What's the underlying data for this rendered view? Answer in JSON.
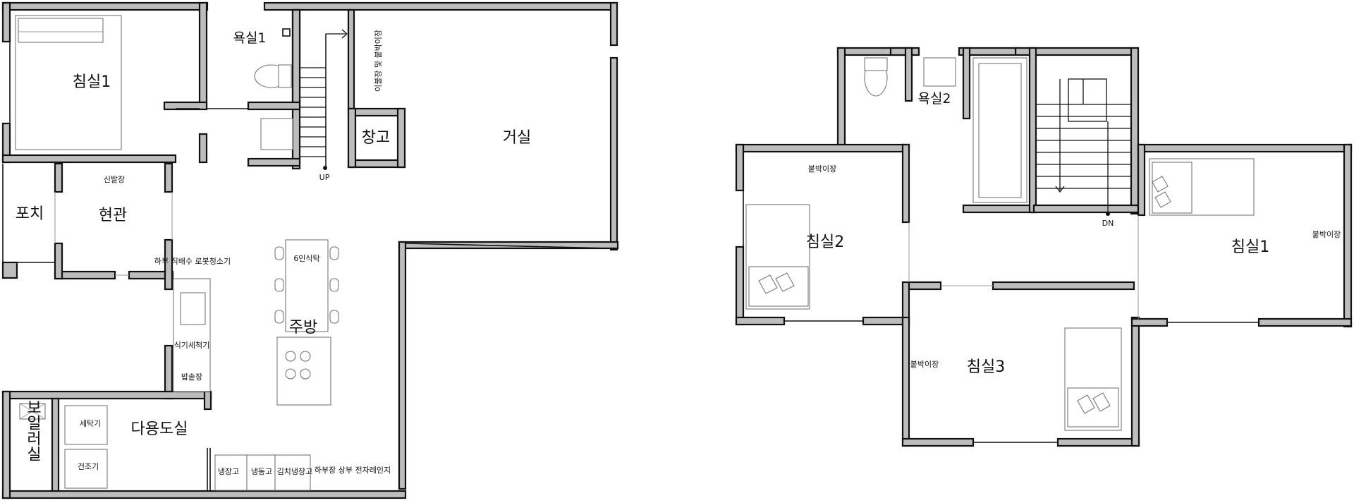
{
  "ground_floor": {
    "rooms": {
      "bedroom1": "침실1",
      "bath1": "욕실1",
      "dress_room_label": "이불장 및 붙박이장",
      "storage": "창고",
      "living": "거실",
      "porch": "포치",
      "entrance": "현관",
      "shoe_cabinet": "신발장",
      "robot_cleaner": "하부 직배수 로봇청소기",
      "dining_table": "6인식탁",
      "kitchen": "주방",
      "dishwasher": "식기세척기",
      "rice_cabinet": "밥솥장",
      "utility": "다용도실",
      "boiler": "보일러실",
      "washer": "세탁기",
      "dryer": "건조기",
      "fridge": "냉장고",
      "freezer": "냉동고",
      "kimchi_fridge": "김치냉장고",
      "microwave": "하부장 상부 전자레인지"
    },
    "stair_label": "UP"
  },
  "upper_floor": {
    "rooms": {
      "bath2": "욕실2",
      "bedroom2": "침실2",
      "bedroom1": "침실1",
      "bedroom3": "침실3",
      "builtin_closet_a": "붙박이장",
      "builtin_closet_b": "붙박이장",
      "builtin_closet_c": "붙박이장"
    },
    "stair_label": "DN"
  }
}
